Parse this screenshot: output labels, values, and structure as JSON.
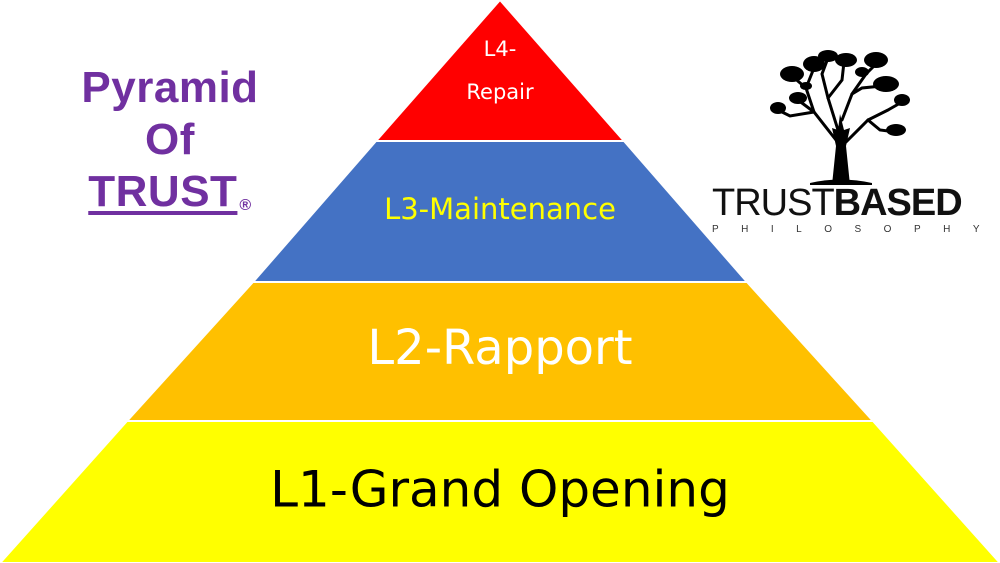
{
  "title": {
    "line1": "Pyramid",
    "line2": "Of",
    "line3": "TRUST",
    "mark": "®",
    "color": "#7030a0"
  },
  "logo": {
    "word_regular": "TRUST",
    "word_bold": "BASED",
    "tagline": "PHILOSOPHY"
  },
  "pyramid": {
    "levels": [
      {
        "id": "l4",
        "line1": "L4-",
        "line2": "Repair",
        "fill": "#ff0000",
        "text_color": "#ffffff"
      },
      {
        "id": "l3",
        "label": "L3-Maintenance",
        "fill": "#4472c4",
        "text_color": "#ffff00"
      },
      {
        "id": "l2",
        "label": "L2-Rapport",
        "fill": "#ffc000",
        "text_color": "#ffffff"
      },
      {
        "id": "l1",
        "label": "L1-Grand Opening",
        "fill": "#ffff00",
        "text_color": "#000000"
      }
    ]
  }
}
